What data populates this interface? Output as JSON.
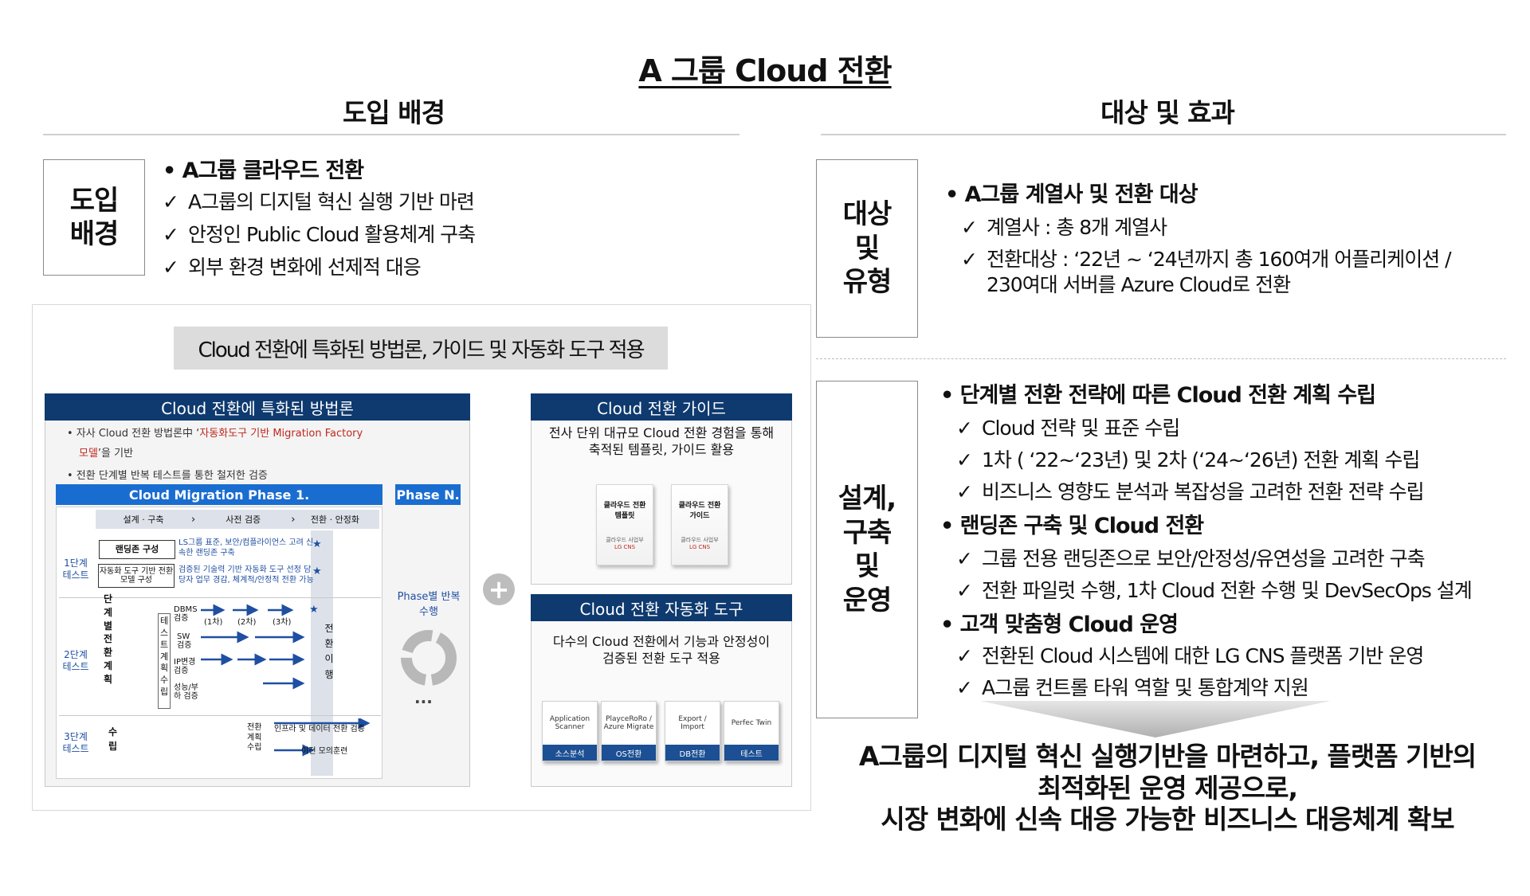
{
  "title": "A 그룹 Cloud 전환",
  "left": {
    "heading": "도입 배경",
    "box_label": "도입\n배경",
    "bullet": "• A그룹 클라우드 전환",
    "checks": [
      "A그룹의 디지털 혁신 실행 기반 마련",
      "안정인 Public Cloud 활용체계 구축",
      "외부 환경 변화에 선제적 대응"
    ],
    "banner": "Cloud 전환에 특화된 방법론, 가이드 및 자동화 도구 적용",
    "methodology": {
      "header": "Cloud 전환에 특화된 방법론",
      "note1_a": "• 자사 Cloud 전환 방법론中 ‘",
      "note1_red": "자동화도구 기반 Migration Factory",
      "note1_red2": "모델",
      "note1_b": "’을 기반",
      "note2": "• 전환 단계별 반복 테스트를 통한 철저한 검증",
      "phase1": "Cloud Migration Phase 1.",
      "phaseN": "Phase N.",
      "steps": [
        "설계 · 구축",
        "사전 검증",
        "전환 · 안정화"
      ],
      "stages": [
        "1단계 테스트",
        "2단계 테스트",
        "3단계 테스트"
      ],
      "box1": "랜딩존 구성",
      "box1_desc": "LS그룹 표준, 보안/컴플라이언스 고려 신속한 랜딩존 구축",
      "box2": "자동화 도구 기반 전환모델 구성",
      "box2_desc": "검증된 기술력 기반 자동화 도구 선정 담당자 업무 경감, 체계적/안정적 전환 가능",
      "vert1": "단계별 전환계획",
      "vert2": "테스트 계획 수립",
      "vert3": "전환 이행",
      "vert4": "수립",
      "rows": [
        "DBMS 검증",
        "SW 검증",
        "IP변경 검증",
        "성능/부하 검증"
      ],
      "round_labels": [
        "(1차)",
        "(2차)",
        "(3차)"
      ],
      "plan_label": "전환 계획 수립",
      "infra_label": "인프라 및 데이터 전환 검증",
      "rehearsal": "이전 모의훈련",
      "repeat_label": "Phase별 반복 수행",
      "ellipsis": "..."
    },
    "guide": {
      "header": "Cloud 전환 가이드",
      "desc": "전사 단위 대규모 Cloud 전환 경험을 통해 축적된 템플릿, 가이드 활용",
      "book1": "클라우드 전환 템플릿",
      "book2": "클라우드 전환 가이드",
      "book_sub": "클라우드 사업부",
      "book_logo": "LG CNS"
    },
    "tools": {
      "header": "Cloud 전환 자동화 도구",
      "desc": "다수의 Cloud 전환에서 기능과 안정성이 검증된 전환 도구 적용",
      "items": [
        {
          "name": "Application Scanner",
          "tag": "소스분석"
        },
        {
          "name": "PlayceRoRo / Azure Migrate",
          "tag": "OS전환"
        },
        {
          "name": "Export / Import",
          "tag": "DB전환"
        },
        {
          "name": "Perfec Twin",
          "tag": "테스트"
        }
      ]
    }
  },
  "right": {
    "heading": "대상 및 효과",
    "box1_label": "대상\n및\n유형",
    "target_bullet": "• A그룹 계열사 및 전환 대상",
    "target_checks": [
      "계열사 : 총 8개 계열사",
      "전환대상 : ‘22년 ~ ‘24년까지 총 160여개 어플리케이션 /"
    ],
    "target_cont": "230여대 서버를 Azure Cloud로 전환",
    "box2_label": "설계,\n구축\n및\n운영",
    "sections": [
      {
        "bullet": "• 단계별 전환 전략에 따른 Cloud 전환 계획 수립",
        "checks": [
          "Cloud 전략 및 표준 수립",
          "1차 ( ‘22~‘23년) 및 2차 (‘24~‘26년) 전환 계획 수립",
          "비즈니스 영향도 분석과 복잡성을 고려한 전환 전략 수립"
        ]
      },
      {
        "bullet": "• 랜딩존 구축 및 Cloud 전환",
        "checks": [
          "그룹 전용 랜딩존으로 보안/안정성/유연성을 고려한 구축",
          "전환 파일럿 수행, 1차 Cloud 전환 수행 및 DevSecOps 설계"
        ]
      },
      {
        "bullet": "• 고객 맞춤형 Cloud 운영",
        "checks": [
          "전환된 Cloud 시스템에 대한 LG CNS 플랫폼 기반 운영",
          "A그룹 컨트롤 타워 역할 및 통합계약 지원"
        ]
      }
    ],
    "conclusion": [
      "A그룹의 디지털 혁신 실행기반을 마련하고, 플랫폼 기반의",
      "최적화된 운영 제공으로,",
      "시장 변화에 신속 대응 가능한 비즈니스 대응체계 확보"
    ]
  },
  "colors": {
    "navy": "#0e3a6f",
    "blue": "#1a6dd0",
    "red": "#c0281f"
  },
  "icons": [
    "check-icon",
    "plus-circle-icon",
    "cycle-icon",
    "star-icon",
    "arrow-icon",
    "chevron-icon"
  ]
}
